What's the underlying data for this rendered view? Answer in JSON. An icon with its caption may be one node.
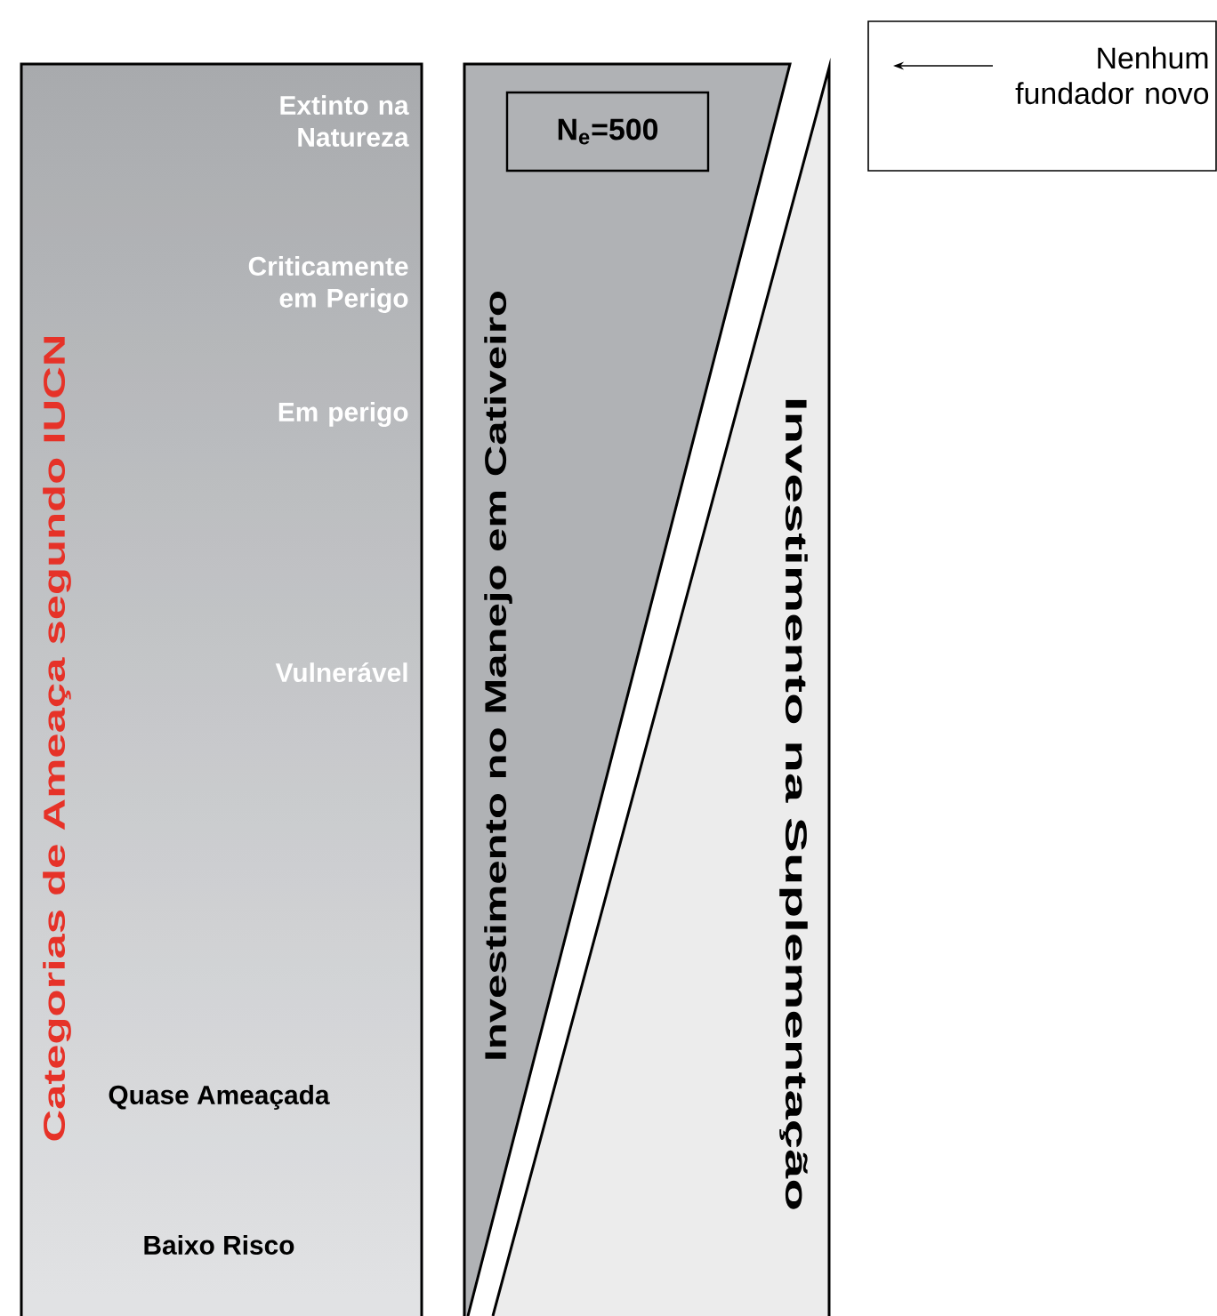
{
  "diagram": {
    "nodes": [
      {
        "text": [
          "Categorias de Ameaça segundo IUCN",
          "Extinto na Natureza",
          "Criticamente em Perigo",
          "Em perigo",
          "Vulnerável",
          "Quase Ameaçada",
          "Baixo Risco"
        ]
      },
      {
        "text": [
          "Investimento no Manejo em Cativeiro"
        ]
      },
      {
        "text": [
          "N$_{e}$=500"
        ],
        "in": 1
      },
      {
        "text": [
          "Investimento na Suplementação"
        ]
      },
      {
        "text": [
          "Nenhum fundador novo"
        ]
      }
    ]
  }
}
